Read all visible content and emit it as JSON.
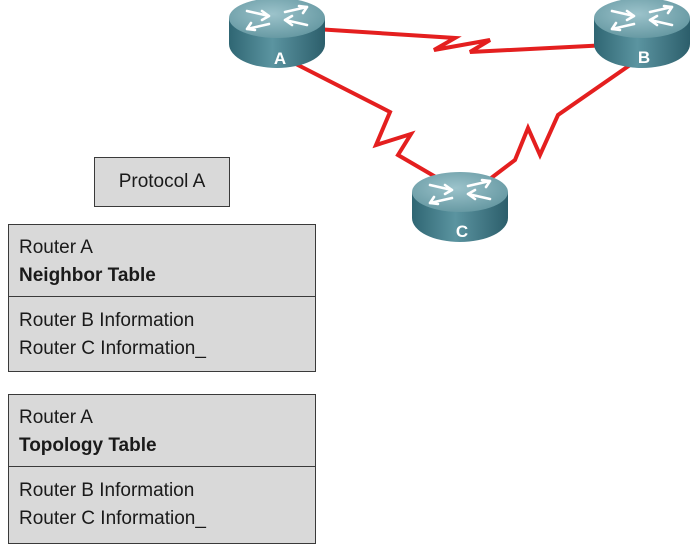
{
  "colors": {
    "link": "#e41f1f",
    "router_top": "#6fa1aa",
    "router_side": "#3b7683",
    "box_fill": "#d9d9d9",
    "box_border": "#3a3a3a"
  },
  "routers": [
    {
      "id": "A",
      "label": "A"
    },
    {
      "id": "B",
      "label": "B"
    },
    {
      "id": "C",
      "label": "C"
    }
  ],
  "links": [
    {
      "from": "A",
      "to": "B",
      "type": "serial"
    },
    {
      "from": "A",
      "to": "C",
      "type": "serial"
    },
    {
      "from": "B",
      "to": "C",
      "type": "serial"
    }
  ],
  "protocol_label": "Protocol A",
  "neighbor_table": {
    "owner": "Router A",
    "title": "Neighbor Table",
    "rows": [
      "Router B Information",
      "Router C Information_"
    ]
  },
  "topology_table": {
    "owner": "Router A",
    "title": "Topology Table",
    "rows": [
      "Router B Information",
      "Router C Information_"
    ]
  }
}
